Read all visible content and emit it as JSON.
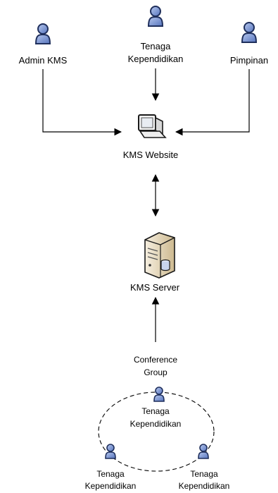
{
  "nodes": {
    "admin": {
      "label": "Admin KMS"
    },
    "tenaga_top": {
      "label_line1": "Tenaga",
      "label_line2": "Kependidikan"
    },
    "pimpinan": {
      "label": "Pimpinan"
    },
    "website": {
      "label": "KMS Website"
    },
    "server": {
      "label": "KMS Server"
    },
    "conference": {
      "label_line1": "Conference",
      "label_line2": "Group"
    },
    "group_member_top": {
      "label_line1": "Tenaga",
      "label_line2": "Kependidikan"
    },
    "group_member_left": {
      "label_line1": "Tenaga",
      "label_line2": "Kependidikan"
    },
    "group_member_right": {
      "label_line1": "Tenaga",
      "label_line2": "Kependidikan"
    }
  },
  "icons": {
    "user": "user-icon",
    "computer": "computer-icon",
    "server": "server-icon"
  },
  "colors": {
    "user_fill": "#7f9bd6",
    "user_stroke": "#1f2f5c",
    "computer_screen": "#e8ecf2",
    "server_body": "#e9dcc0"
  }
}
